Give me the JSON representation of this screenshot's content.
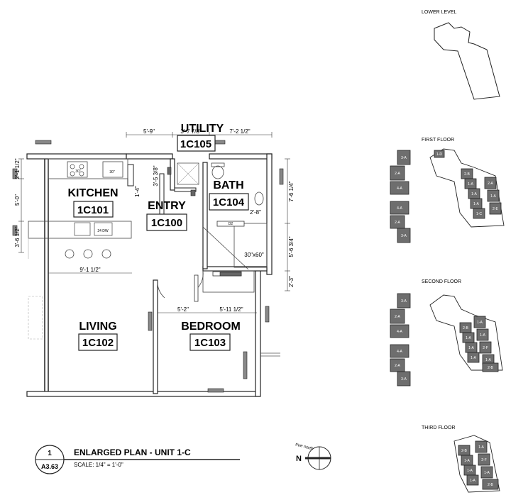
{
  "rooms": [
    {
      "name": "UTILITY",
      "number": "1C105"
    },
    {
      "name": "KITCHEN",
      "number": "1C101"
    },
    {
      "name": "ENTRY",
      "number": "1C100"
    },
    {
      "name": "BATH",
      "number": "1C104"
    },
    {
      "name": "LIVING",
      "number": "1C102"
    },
    {
      "name": "BEDROOM",
      "number": "1C103"
    }
  ],
  "dimensions": {
    "d1": "5'-9\"",
    "d2": "3'-7 7/8\"",
    "d3": "7'-2 1/2\"",
    "d4": "2'-1 1/2\"",
    "d5": "5'-0\"",
    "d6": "3'-6 1/2\"",
    "d7": "3'-5 3/8\"",
    "d8": "1'-4\"",
    "d9": "7'-6 1/4\"",
    "d10": "2'-8\"",
    "d11": "5'-6 3/4\"",
    "d12": "2'-3\"",
    "d13": "9'-1 1/2\"",
    "d14": "5'-2\"",
    "d15": "5'-11 1/2\""
  },
  "fixtures": {
    "dw": "24 DW",
    "sink_w": "30\"",
    "range_w": "30\"",
    "shower": "30\"x60\"",
    "dryer": "D2"
  },
  "title_block": {
    "number": "1",
    "sheet": "A3.63",
    "title": "ENLARGED PLAN - UNIT 1-C",
    "scale": "SCALE: 1/4\" = 1'-0\""
  },
  "north": {
    "true_north": "true north",
    "label": "N"
  },
  "key_plans": {
    "lower": "LOWER LEVEL",
    "first": "FIRST FLOOR",
    "second": "SECOND FLOOR",
    "third": "THIRD FLOOR",
    "first_units": [
      "3-A",
      "2-A",
      "4-A",
      "4-A",
      "2-A",
      "3-A",
      "1-D",
      "2-B",
      "1-A",
      "1-A",
      "1-A",
      "1-C",
      "2-A",
      "1-A",
      "2-E"
    ],
    "second_units": [
      "3-A",
      "2-A",
      "4-A",
      "4-A",
      "2-A",
      "3-A",
      "2-B",
      "1-A",
      "1-A",
      "1-A",
      "1-A",
      "1-A",
      "2-F",
      "1-A",
      "2-B"
    ],
    "third_units": [
      "2-B",
      "1-A",
      "1-A",
      "1-A",
      "1-A",
      "2-F",
      "1-A",
      "2-B"
    ]
  }
}
